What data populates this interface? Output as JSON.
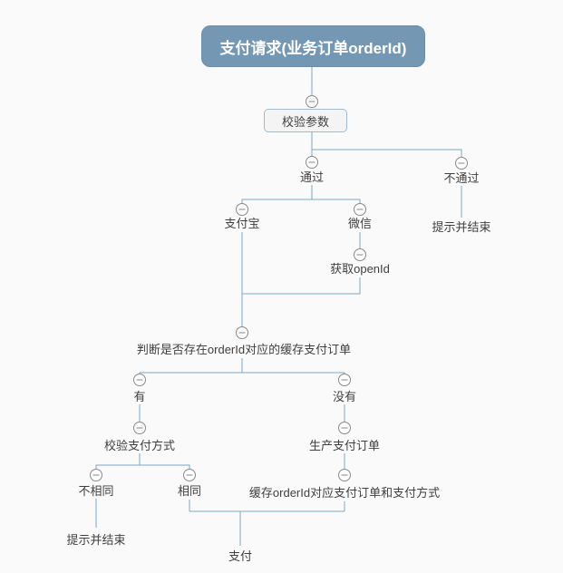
{
  "diagram": {
    "type": "mindmap-flowchart",
    "colors": {
      "background": "#fafafa",
      "root_fill": "#7498b4",
      "root_text": "#ffffff",
      "validate_box_fill": "#f4f4f4",
      "validate_box_border": "#9cbcd6",
      "connector_line": "#7fa6c2",
      "node_text": "#3f3f3f",
      "expander_stroke": "#8a8a8a"
    },
    "expander": {
      "icon": "collapse-minus-icon",
      "symbol": "−",
      "count": 14
    },
    "nodes": {
      "root": {
        "label": "支付请求(业务订单orderId)",
        "parent": null
      },
      "validate": {
        "label": "校验参数",
        "parent": "root"
      },
      "pass": {
        "label": "通过",
        "parent": "validate"
      },
      "fail": {
        "label": "不通过",
        "parent": "validate"
      },
      "fail_end": {
        "label": "提示并结束",
        "parent": "fail"
      },
      "alipay": {
        "label": "支付宝",
        "parent": "pass"
      },
      "wechat": {
        "label": "微信",
        "parent": "pass"
      },
      "get_openid": {
        "label": "获取openId",
        "parent": "wechat"
      },
      "check_cache": {
        "label": "判断是否存在orderId对应的缓存支付订单",
        "parent": [
          "alipay",
          "get_openid"
        ]
      },
      "has": {
        "label": "有",
        "parent": "check_cache"
      },
      "has_not": {
        "label": "没有",
        "parent": "check_cache"
      },
      "check_paytype": {
        "label": "校验支付方式",
        "parent": "has"
      },
      "not_same": {
        "label": "不相同",
        "parent": "check_paytype"
      },
      "same": {
        "label": "相同",
        "parent": "check_paytype"
      },
      "not_same_end": {
        "label": "提示并结束",
        "parent": "not_same"
      },
      "create_order": {
        "label": "生产支付订单",
        "parent": "has_not"
      },
      "cache_order": {
        "label": "缓存orderId对应支付订单和支付方式",
        "parent": "create_order"
      },
      "pay": {
        "label": "支付",
        "parent": [
          "same",
          "cache_order"
        ]
      }
    }
  }
}
